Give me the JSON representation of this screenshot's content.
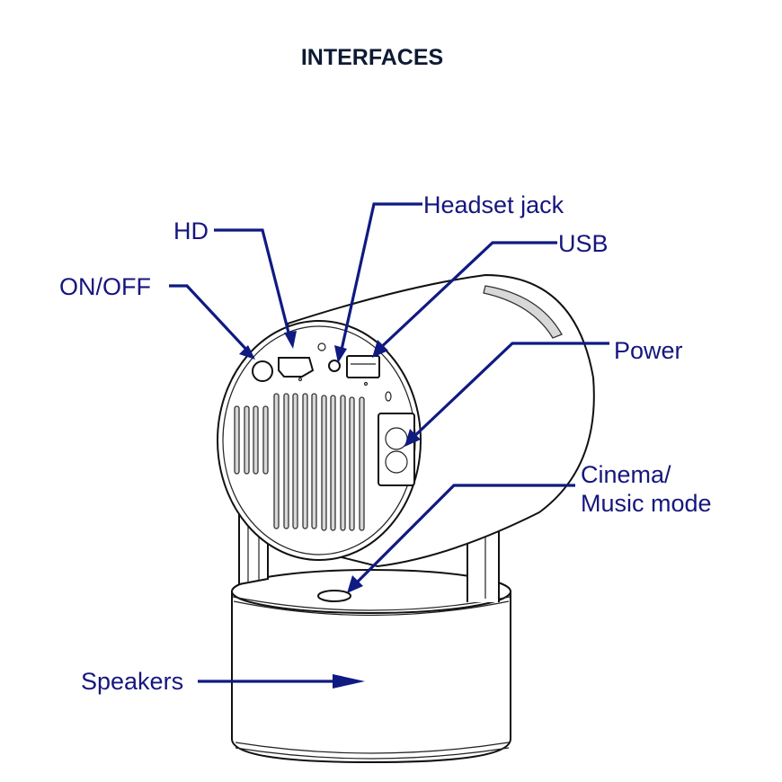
{
  "title": "INTERFACES",
  "labels": {
    "on_off": "ON/OFF",
    "hd": "HD",
    "headset_jack": "Headset jack",
    "usb": "USB",
    "power": "Power",
    "cinema_line1": "Cinema/",
    "cinema_line2": "Music mode",
    "speakers": "Speakers"
  },
  "colors": {
    "label": "#16167e",
    "title": "#0d1a33",
    "outline": "#111111"
  }
}
